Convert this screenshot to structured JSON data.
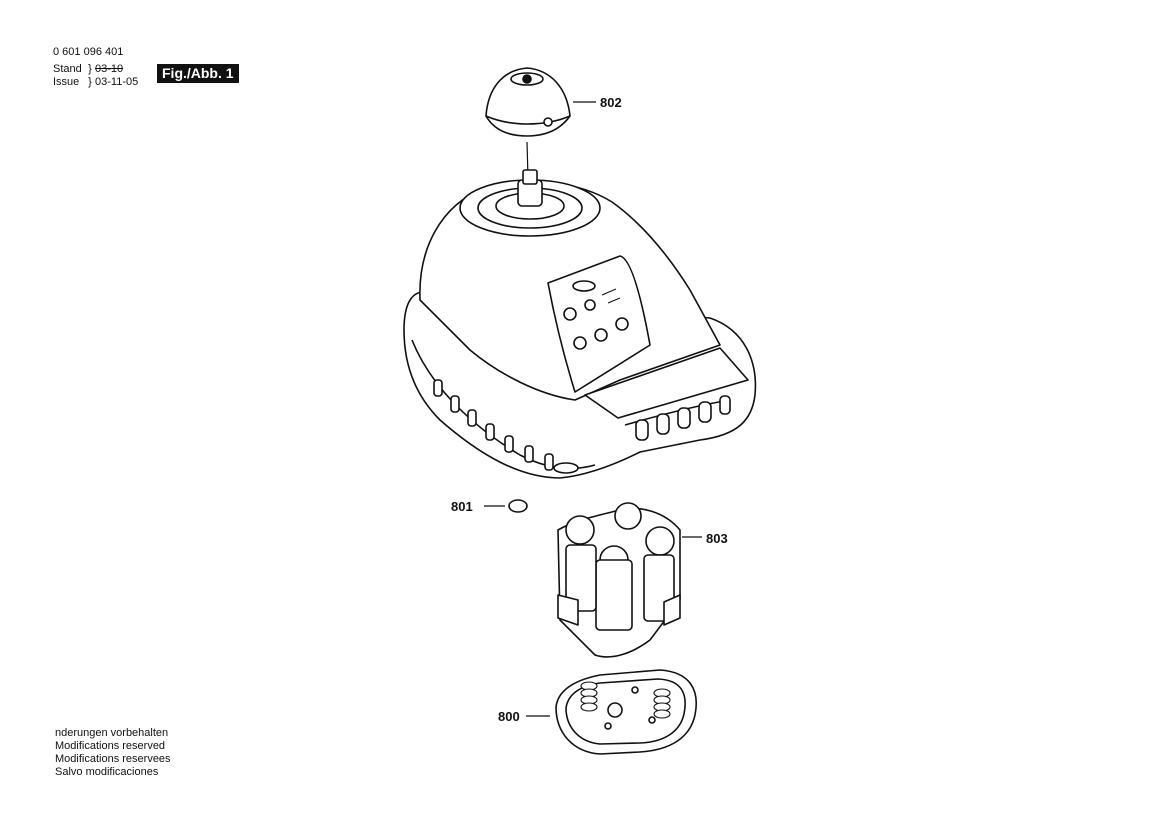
{
  "header": {
    "doc_number": "0 601 096 401",
    "stand_label": "Stand",
    "stand_value": "03-10",
    "issue_label": "Issue",
    "issue_value": "03-11-05",
    "figure_label": "Fig./Abb. 1"
  },
  "parts": {
    "p802": "802",
    "p801": "801",
    "p803": "803",
    "p800": "800"
  },
  "footer": {
    "line1": "nderungen vorbehalten",
    "line2": "Modifications reserved",
    "line3": "Modifications reservees",
    "line4": "Salvo modificaciones"
  }
}
